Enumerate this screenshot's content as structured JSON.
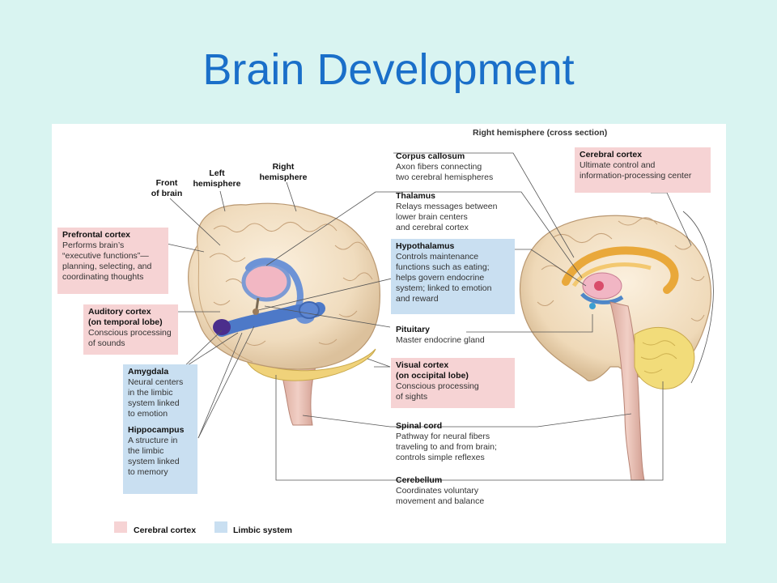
{
  "title": "Brain Development",
  "colors": {
    "background": "#d9f4f1",
    "title": "#1a6fc9",
    "cortex_box": "#f6d3d4",
    "limbic_box": "#c9dff1"
  },
  "figure": {
    "cross_section_title": "Right hemisphere (cross section)",
    "top_labels": {
      "front": [
        "Front",
        "of brain"
      ],
      "left": [
        "Left",
        "hemisphere"
      ],
      "right": [
        "Right",
        "hemisphere"
      ]
    },
    "boxes": {
      "prefrontal": {
        "title": "Prefrontal cortex",
        "lines": [
          "Performs brain’s",
          "“executive functions”—",
          "planning, selecting, and",
          "coordinating thoughts"
        ]
      },
      "auditory": {
        "title_lines": [
          "Auditory cortex",
          "(on temporal lobe)"
        ],
        "lines": [
          "Conscious processing",
          "of sounds"
        ]
      },
      "amygdala": {
        "title": "Amygdala",
        "lines": [
          "Neural centers",
          "in the limbic",
          "system linked",
          "to emotion"
        ]
      },
      "hippocampus": {
        "title": "Hippocampus",
        "lines": [
          "A structure in",
          "the limbic",
          "system linked",
          "to memory"
        ]
      },
      "corpus": {
        "title": "Corpus callosum",
        "lines": [
          "Axon fibers connecting",
          "two cerebral hemispheres"
        ]
      },
      "thalamus": {
        "title": "Thalamus",
        "lines": [
          "Relays messages between",
          "lower brain centers",
          "and cerebral cortex"
        ]
      },
      "hypothalamus": {
        "title": "Hypothalamus",
        "lines": [
          "Controls maintenance",
          "functions such as eating;",
          "helps govern endocrine",
          "system; linked to emotion",
          "and reward"
        ]
      },
      "pituitary": {
        "title": "Pituitary",
        "lines": [
          "Master endocrine gland"
        ]
      },
      "visual": {
        "title_lines": [
          "Visual cortex",
          "(on occipital lobe)"
        ],
        "lines": [
          "Conscious processing",
          "of sights"
        ]
      },
      "spinal": {
        "title": "Spinal cord",
        "lines": [
          "Pathway for neural fibers",
          "traveling to and from brain;",
          "controls simple reflexes"
        ]
      },
      "cerebellum": {
        "title": "Cerebellum",
        "lines": [
          "Coordinates voluntary",
          "movement and balance"
        ]
      },
      "cerebral": {
        "title": "Cerebral cortex",
        "lines": [
          "Ultimate control and",
          "information-processing center"
        ]
      }
    },
    "legend": {
      "cortex": "Cerebral cortex",
      "limbic": "Limbic system"
    }
  }
}
